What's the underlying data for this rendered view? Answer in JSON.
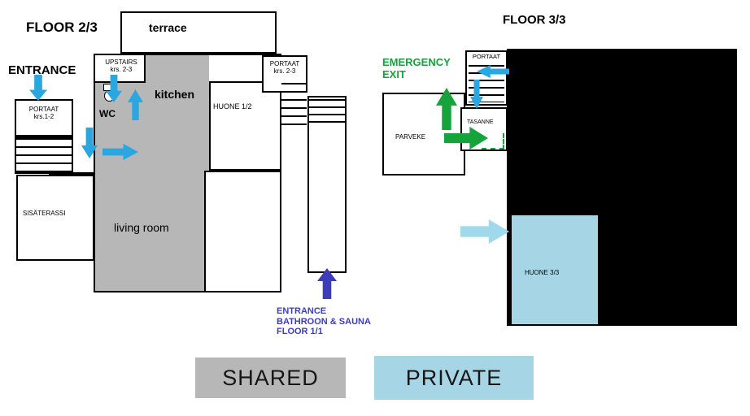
{
  "colors": {
    "shared_gray": "#b7b7b7",
    "private_blue": "#a6d6e6",
    "arrow_blue": "#2aa7e0",
    "arrow_light_blue": "#a0d8ec",
    "arrow_dark_blue": "#3d3dbb",
    "exit_green": "#17a33b",
    "wall_black": "#000000"
  },
  "floor2": {
    "title": "FLOOR 2/3",
    "entrance_label": "ENTRANCE",
    "terrace_label": "terrace",
    "upstairs_label": "UPSTAIRS\nkrs. 2-3",
    "portaat_left_label": "PORTAAT\nkrs.1-2",
    "portaat_right_label": "PORTAAT\nkrs. 2-3",
    "kitchen_label": "kitchen",
    "wc_label": "WC",
    "huone_label": "HUONE 1/2",
    "sisaterassi_label": "SISÄTERASSI",
    "living_room_label": "living room",
    "bathroom_note": "ENTRANCE\nBATHROON & SAUNA\nFLOOR 1/1"
  },
  "floor3": {
    "title": "FLOOR 3/3",
    "emergency_exit_label": "EMERGENCY\nEXIT",
    "portaat_label": "PORTAAT",
    "parveke_label": "PARVEKE",
    "tasanne_label": "TASANNE",
    "huone_label": "HUONE 3/3"
  },
  "legend": {
    "shared_label": "SHARED",
    "private_label": "PRIVATE"
  }
}
